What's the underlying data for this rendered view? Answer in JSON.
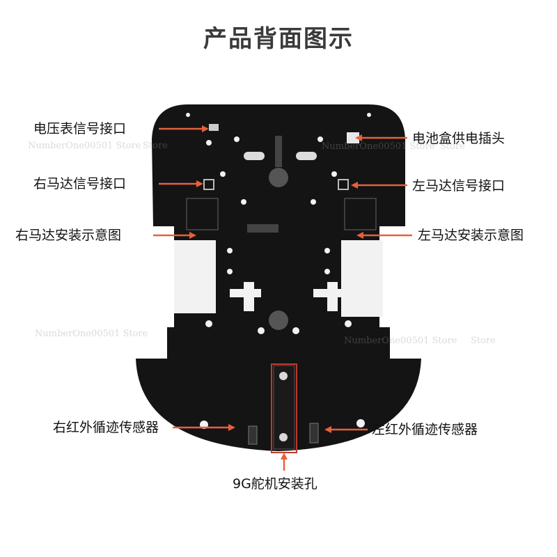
{
  "title": "产品背面图示",
  "labels": {
    "voltmeter": "电压表信号接口",
    "battery": "电池盒供电插头",
    "right_motor_signal": "右马达信号接口",
    "left_motor_signal": "左马达信号接口",
    "right_motor_install": "右马达安装示意图",
    "left_motor_install": "左马达安装示意图",
    "right_ir": "右红外循迹传感器",
    "left_ir": "左红外循迹传感器",
    "servo": "9G舵机安装孔"
  },
  "watermark": "NumberOne00501 Store",
  "watermark_store": "Store",
  "colors": {
    "board": "#141414",
    "arrow": "#e8603a",
    "servo_box": "#c0392b"
  }
}
